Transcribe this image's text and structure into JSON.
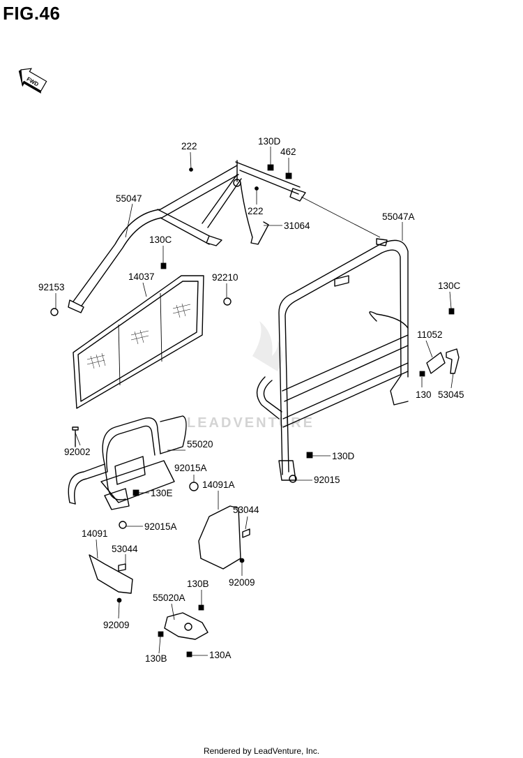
{
  "title": "FIG.46",
  "fwd_label": "FWD",
  "watermark": "LEADVENTURE",
  "footer": "Rendered by LeadVenture, Inc.",
  "callouts": {
    "c222a": "222",
    "c130d_top": "130D",
    "c462": "462",
    "c55047": "55047",
    "c222b": "222",
    "c31064": "31064",
    "c55047a": "55047A",
    "c130c_left": "130C",
    "c14037": "14037",
    "c92210": "92210",
    "c92153": "92153",
    "c130c_right": "130C",
    "c11052": "11052",
    "c130": "130",
    "c53045": "53045",
    "c92002": "92002",
    "c55020": "55020",
    "c92015a_top": "92015A",
    "c14091a": "14091A",
    "c130e": "130E",
    "c130d_bottom": "130D",
    "c92015": "92015",
    "c92015a_bottom": "92015A",
    "c53044_right": "53044",
    "c14091": "14091",
    "c53044_left": "53044",
    "c92009_right": "92009",
    "c130b_top": "130B",
    "c55020a": "55020A",
    "c92009_left": "92009",
    "c130b_bottom": "130B",
    "c130a": "130A"
  }
}
